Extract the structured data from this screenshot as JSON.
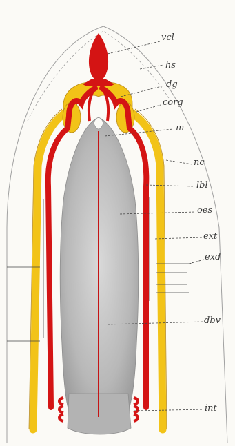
{
  "figure": {
    "colors": {
      "background": "#fbfaf6",
      "nerve_cord_yellow": "#f2c318",
      "vessel_red": "#d41414",
      "gut_gray": "#a9a9a9",
      "outline_gray": "#9a9a9a",
      "leader_line": "#444444"
    }
  },
  "labels": {
    "vcl": "vcl",
    "hs": "hs",
    "dg": "dg",
    "corg": "corg",
    "m": "m",
    "nc": "nc",
    "lbl": "lbl",
    "oes": "oes",
    "ext": "ext",
    "exd": "exd",
    "dbv": "dbv",
    "int": "int"
  }
}
